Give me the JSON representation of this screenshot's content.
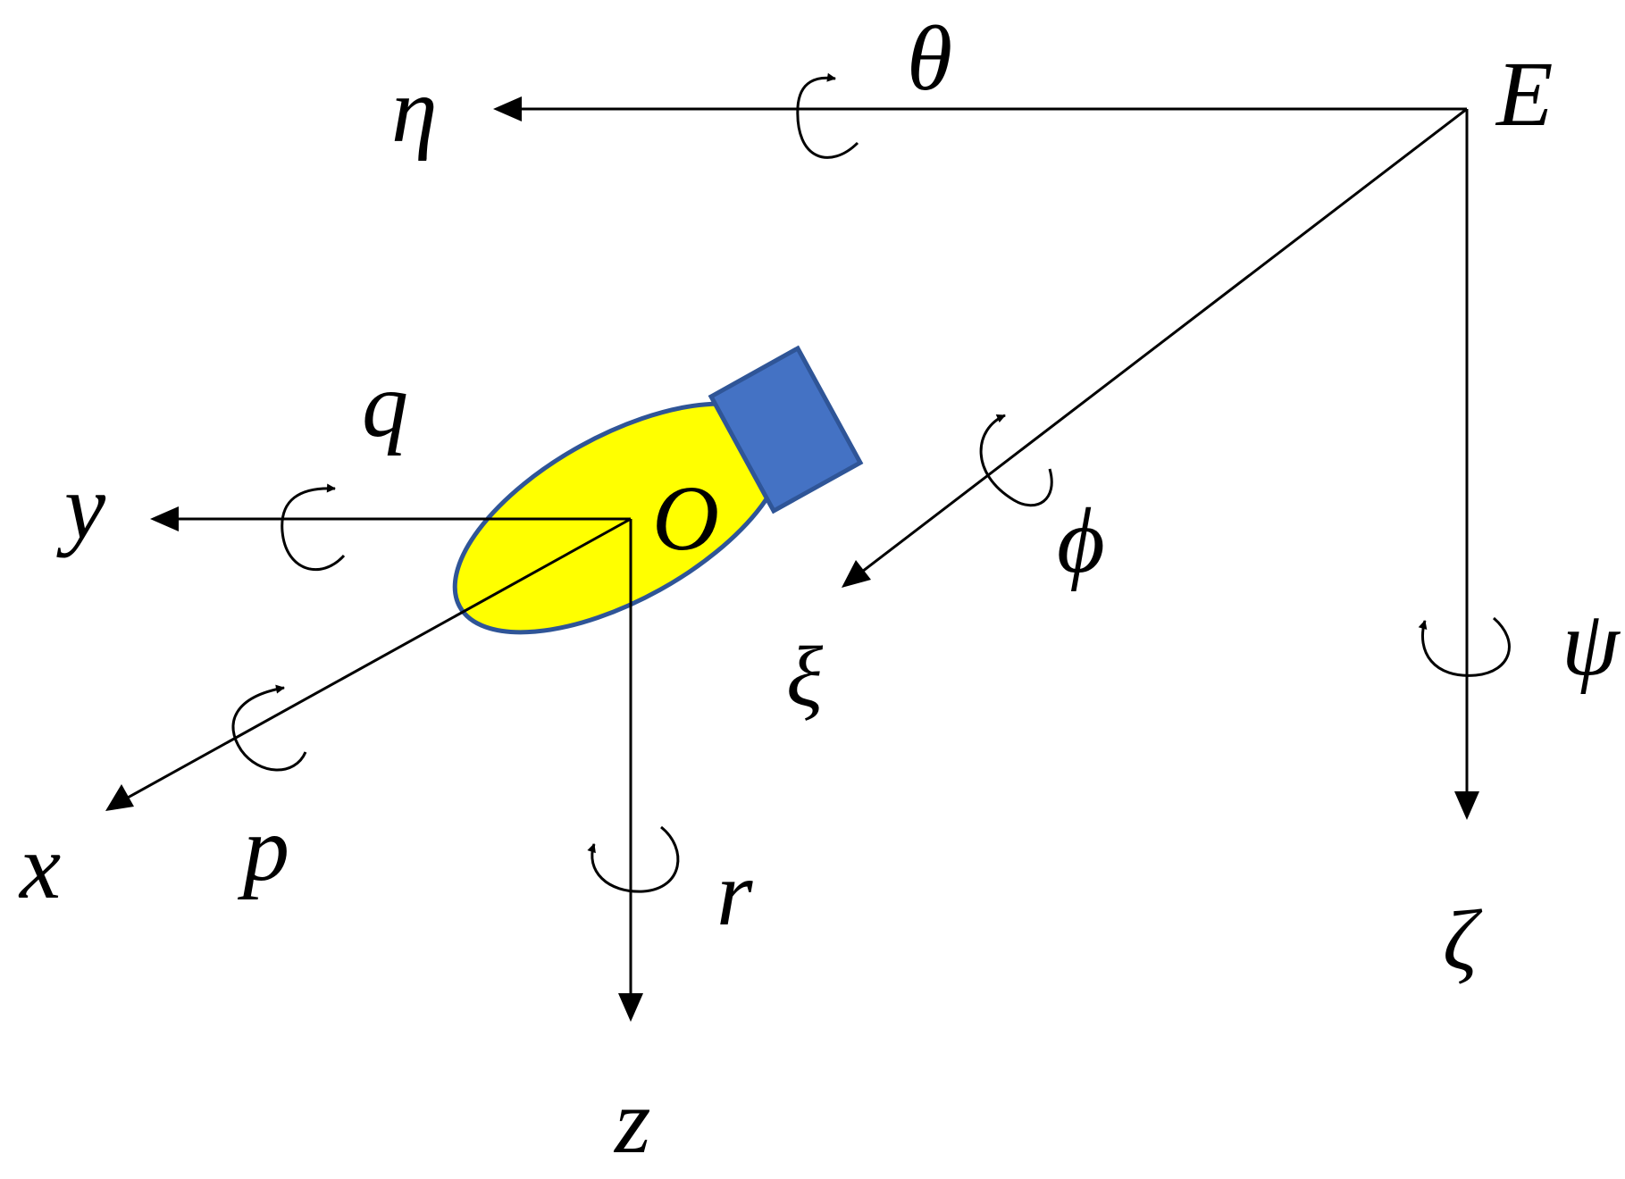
{
  "colors": {
    "body_fill": "#FFFF00",
    "body_stroke": "#2F5597",
    "thruster_fill": "#4472C4",
    "thruster_stroke": "#2F5597",
    "line": "#000000"
  },
  "earth_frame": {
    "origin": "E",
    "axes": {
      "forward": "ξ",
      "lateral": "η",
      "vertical": "ζ"
    },
    "rotations": {
      "about_forward": "ϕ",
      "about_lateral": "θ",
      "about_vertical": "ψ"
    }
  },
  "body_frame": {
    "origin": "O",
    "axes": {
      "forward": "x",
      "lateral": "y",
      "vertical": "z"
    },
    "rotations": {
      "about_forward": "p",
      "about_lateral": "q",
      "about_vertical": "r"
    }
  }
}
